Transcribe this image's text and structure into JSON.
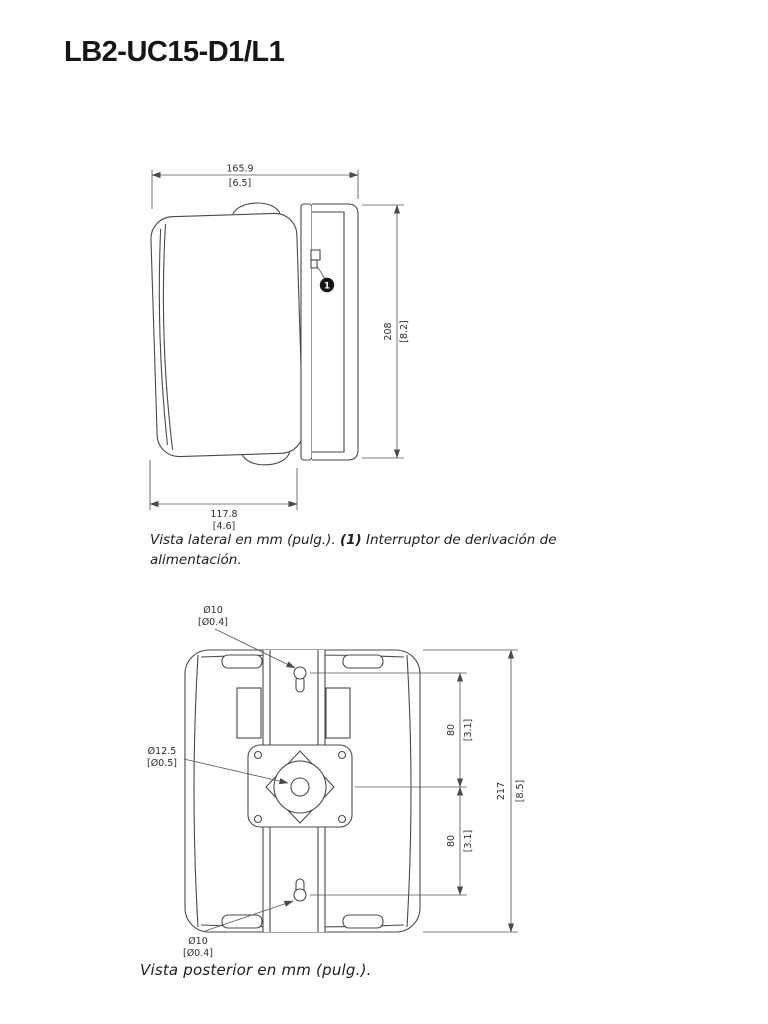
{
  "page": {
    "title": "LB2-UC15-D1/L1"
  },
  "side_view": {
    "dims": {
      "overall_width": {
        "mm": "165.9",
        "inch": "[6.5]"
      },
      "bracket_height": {
        "mm": "208",
        "inch": "[8.2]"
      },
      "cabinet_depth": {
        "mm": "117.8",
        "inch": "[4.6]"
      }
    },
    "callout_1": "1",
    "caption": {
      "pre": "Vista lateral en mm (pulg.). ",
      "marker": "(1)",
      "post": " Interruptor de derivación de alimentación."
    }
  },
  "rear_view": {
    "dims": {
      "top_hole": {
        "dia": "Ø10",
        "inch": "[Ø0.4]"
      },
      "middle_hole": {
        "dia": "Ø12.5",
        "inch": "[Ø0.5]"
      },
      "bottom_hole": {
        "dia": "Ø10",
        "inch": "[Ø0.4]"
      },
      "upper_spacing": {
        "mm": "80",
        "inch": "[3.1]"
      },
      "lower_spacing": {
        "mm": "80",
        "inch": "[3.1]"
      },
      "overall_height": {
        "mm": "217",
        "inch": "[8.5]"
      }
    },
    "caption": "Vista posterior en mm (pulg.)."
  }
}
